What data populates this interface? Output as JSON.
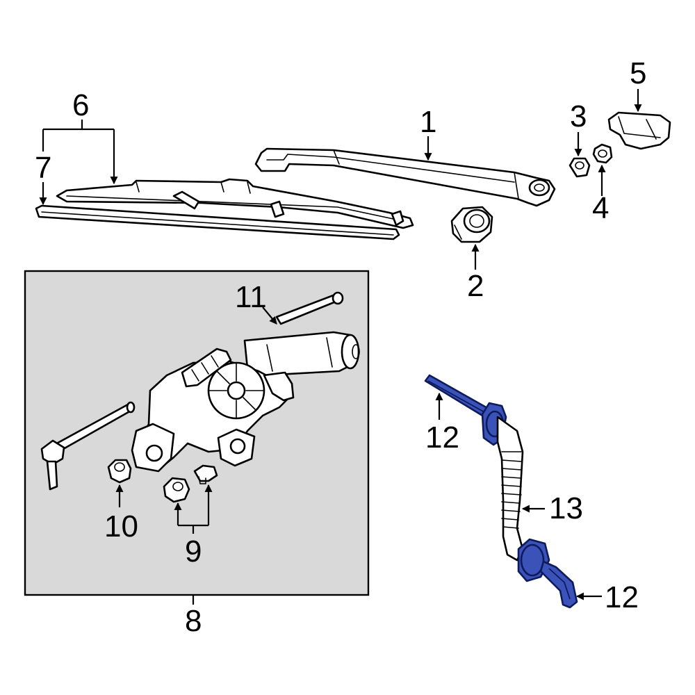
{
  "callouts": {
    "c1": "1",
    "c2": "2",
    "c3": "3",
    "c4": "4",
    "c5": "5",
    "c6": "6",
    "c7": "7",
    "c8": "8",
    "c9": "9",
    "c10": "10",
    "c11": "11",
    "c12a": "12",
    "c12b": "12",
    "c13": "13"
  },
  "colors": {
    "highlight_fill": "#3b53b8",
    "highlight_stroke": "#0d1a5c",
    "inset_background": "#d9d9d9",
    "line": "#000000"
  }
}
